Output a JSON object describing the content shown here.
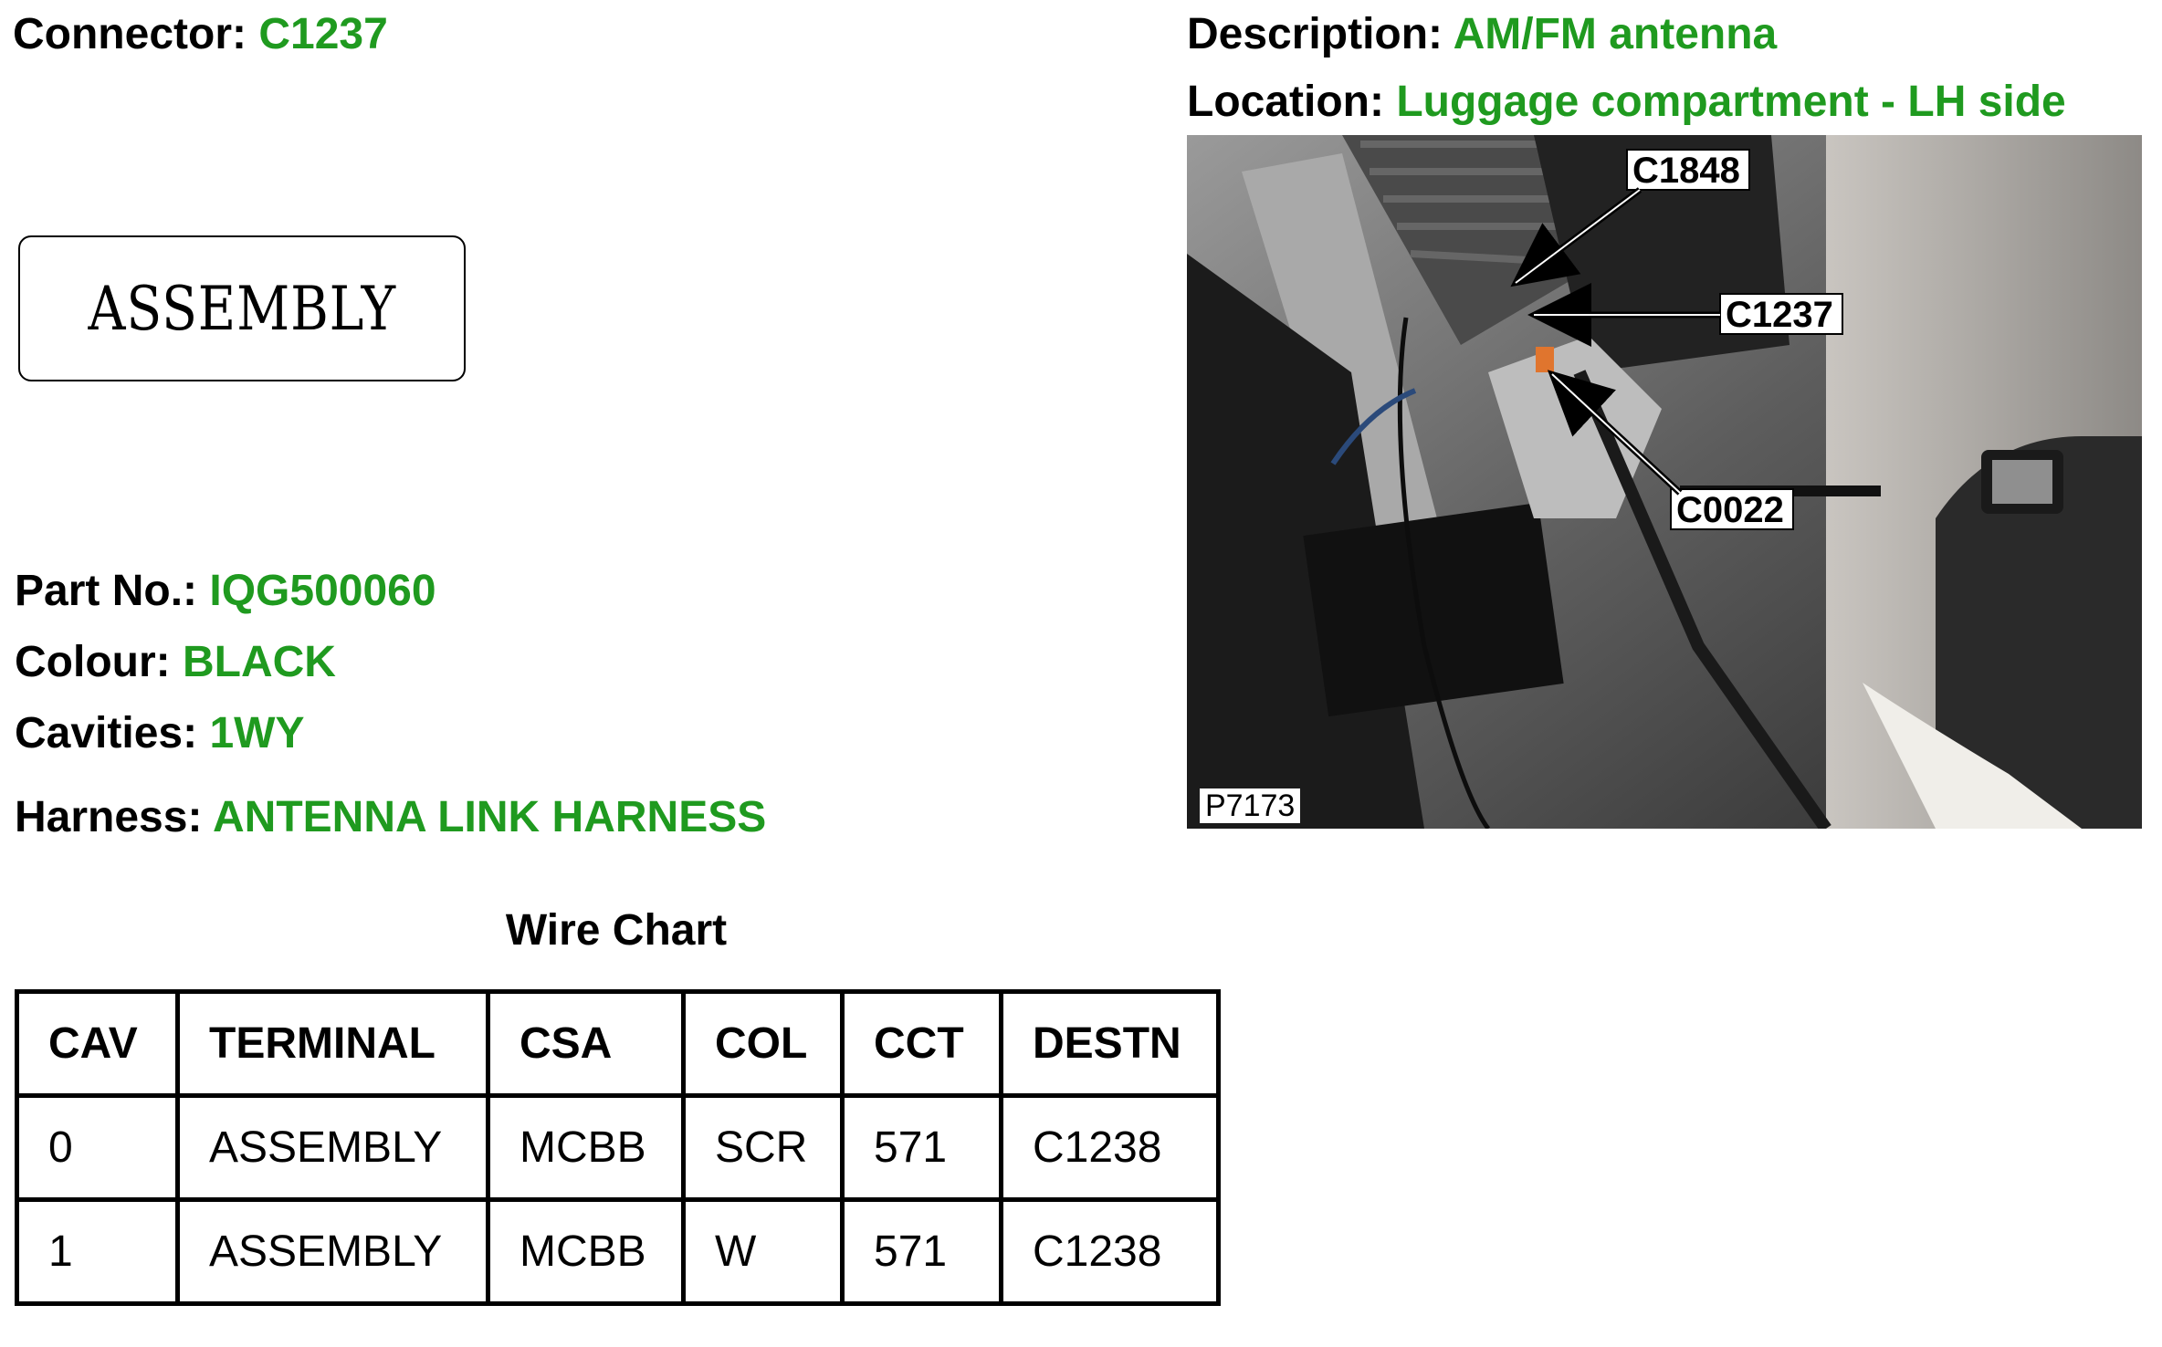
{
  "connector": {
    "label": "Connector:",
    "value": "C1237"
  },
  "description": {
    "label": "Description:",
    "value": "AM/FM antenna"
  },
  "location": {
    "label": "Location:",
    "value": "Luggage compartment - LH side"
  },
  "assembly_label": "ASSEMBLY",
  "part_no": {
    "label": "Part No.:",
    "value": "IQG500060"
  },
  "colour": {
    "label": "Colour:",
    "value": "BLACK"
  },
  "cavities": {
    "label": "Cavities:",
    "value": "1WY"
  },
  "harness": {
    "label": "Harness:",
    "value": "ANTENNA LINK HARNESS"
  },
  "wire_chart": {
    "title": "Wire Chart",
    "headers": [
      "CAV",
      "TERMINAL",
      "CSA",
      "COL",
      "CCT",
      "DESTN"
    ],
    "rows": [
      [
        "0",
        "ASSEMBLY",
        "MCBB",
        "SCR",
        "571",
        "C1238"
      ],
      [
        "1",
        "ASSEMBLY",
        "MCBB",
        "W",
        "571",
        "C1238"
      ]
    ]
  },
  "photo": {
    "callouts": [
      "C1848",
      "C1237",
      "C0022"
    ],
    "id": "P7173"
  },
  "colors": {
    "value_green": "#1f9a1f"
  }
}
